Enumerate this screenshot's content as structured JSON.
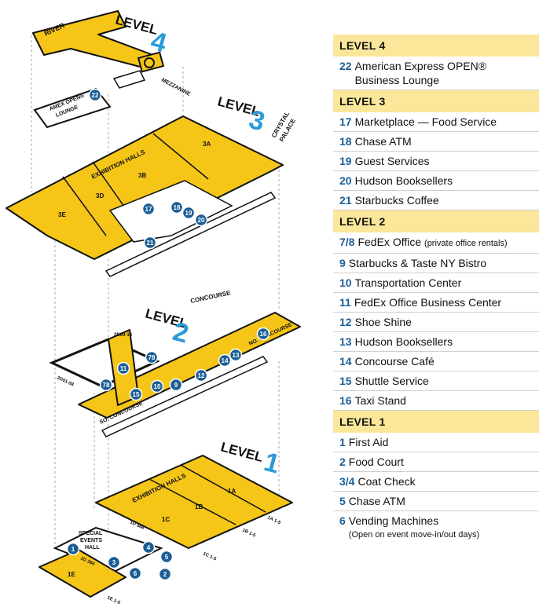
{
  "map": {
    "level_word": "LEVEL",
    "level_numbers": [
      "4",
      "3",
      "2",
      "1"
    ],
    "areas": {
      "river": "RIVER",
      "mezzanine": "MEZZANINE",
      "amex_lounge": [
        "AMEX OPEN®",
        "LOUNGE"
      ],
      "crystal_palace": [
        "CRYSTAL",
        "PALACE"
      ],
      "exhibition_halls": "EXHIBITION HALLS",
      "hall_3a": "3A",
      "hall_3b": "3B",
      "hall_3d": "3D",
      "hall_3e": "3E",
      "concourse": "CONCOURSE",
      "no_concourse": "NO. CONCOURSE",
      "so_concourse": "SO. CONCOURSE",
      "room_2d09": "2D09-16",
      "room_2d01": "2D01-08",
      "hall_1a": "1A",
      "hall_1b": "1B",
      "hall_1c": "1C",
      "hall_1e": "1E",
      "special_events": [
        "SPECIAL",
        "EVENTS",
        "HALL"
      ],
      "room_1d566": "1D 566",
      "room_1d384": "1D 384",
      "label_1a15": "1A 1-5",
      "label_1b15": "1B 1-5",
      "label_1c15": "1C 1-5",
      "label_1e15": "1E 1-5"
    }
  },
  "legend": [
    {
      "header": "LEVEL 4",
      "items": [
        {
          "num": "22",
          "label": "American Express OPEN®",
          "label2": "Business Lounge"
        }
      ]
    },
    {
      "header": "LEVEL 3",
      "items": [
        {
          "num": "17",
          "label": "Marketplace — Food Service"
        },
        {
          "num": "18",
          "label": "Chase ATM"
        },
        {
          "num": "19",
          "label": "Guest Services"
        },
        {
          "num": "20",
          "label": "Hudson Booksellers"
        },
        {
          "num": "21",
          "label": "Starbucks Coffee"
        }
      ]
    },
    {
      "header": "LEVEL 2",
      "items": [
        {
          "num": "7/8",
          "label": "FedEx Office",
          "note": "(private office rentals)"
        },
        {
          "num": "9",
          "label": "Starbucks & Taste NY Bistro"
        },
        {
          "num": "10",
          "label": "Transportation Center"
        },
        {
          "num": "11",
          "label": "FedEx Office Business Center"
        },
        {
          "num": "12",
          "label": "Shoe Shine"
        },
        {
          "num": "13",
          "label": "Hudson Booksellers"
        },
        {
          "num": "14",
          "label": "Concourse Café"
        },
        {
          "num": "15",
          "label": "Shuttle Service"
        },
        {
          "num": "16",
          "label": "Taxi Stand"
        }
      ]
    },
    {
      "header": "LEVEL 1",
      "items": [
        {
          "num": "1",
          "label": "First Aid"
        },
        {
          "num": "2",
          "label": "Food Court"
        },
        {
          "num": "3/4",
          "label": "Coat Check"
        },
        {
          "num": "5",
          "label": "Chase ATM"
        },
        {
          "num": "6",
          "label": "Vending Machines",
          "label2": "(Open on event move-in/out days)"
        }
      ]
    }
  ],
  "colors": {
    "accent": "#f5c518",
    "marker": "#1b5e96",
    "header_bg": "#fbe79a"
  }
}
